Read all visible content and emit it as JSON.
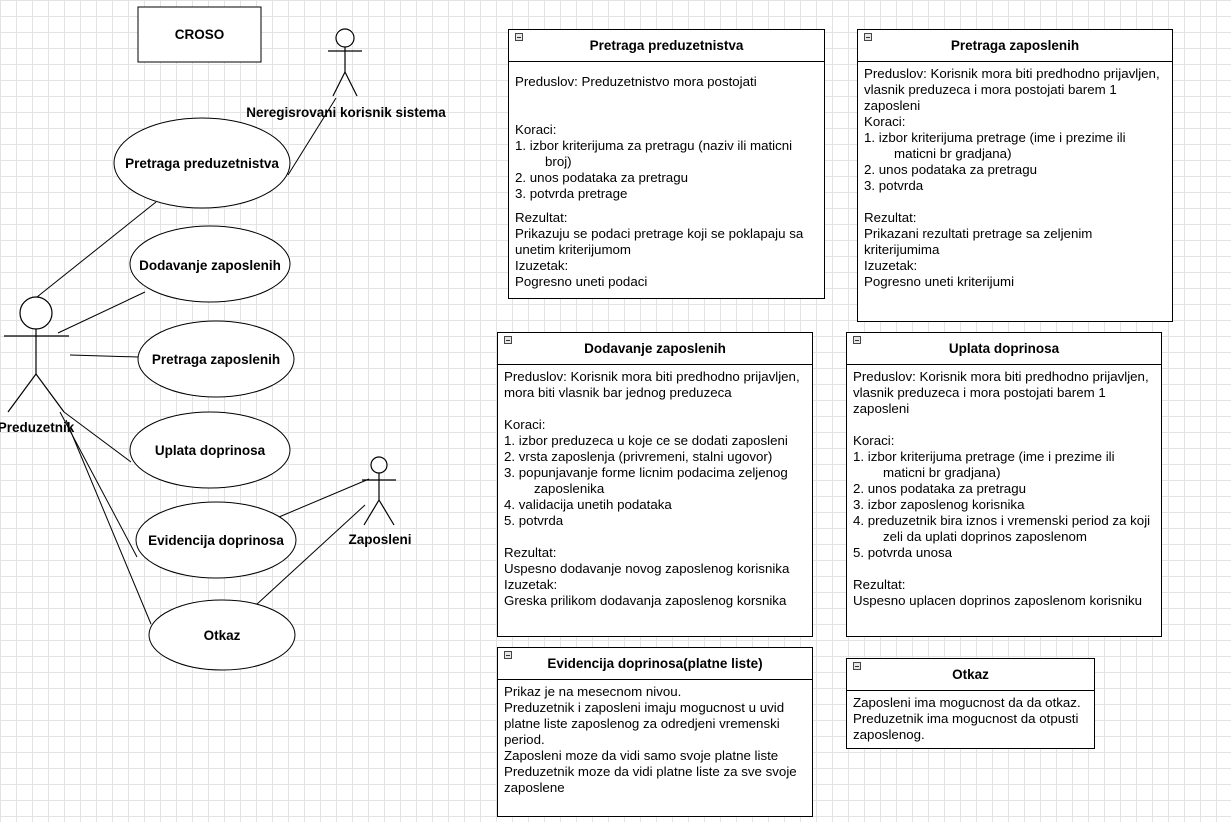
{
  "system_box": {
    "label": "CROSO"
  },
  "actors": {
    "unregistered": "Neregisrovani korisnik sistema",
    "entrepreneur": "Preduzetnik",
    "employee": "Zaposleni"
  },
  "use_cases": [
    "Pretraga preduzetnistva",
    "Dodavanje zaposlenih",
    "Pretraga zaposlenih",
    "Uplata doprinosa",
    "Evidencija doprinosa",
    "Otkaz"
  ],
  "specs": {
    "pretraga_preduzetnistva": {
      "title": "Pretraga preduzetnistva",
      "lines": [
        "",
        "Preduslov: Preduzetnistvo mora postojati",
        "",
        "",
        "Koraci:",
        "1. izbor kriterijuma za pretragu (naziv ili maticni",
        "broj)",
        "2. unos podataka za pretragu",
        "3. potvrda pretrage",
        "",
        "Rezultat:",
        "Prikazuju se podaci pretrage koji se poklapaju sa",
        "unetim kriterijumom",
        "Izuzetak:",
        "Pogresno uneti podaci"
      ]
    },
    "pretraga_zaposlenih": {
      "title": "Pretraga zaposlenih",
      "lines": [
        "Preduslov: Korisnik mora biti predhodno prijavljen,",
        "vlasnik preduzeca i mora postojati barem 1",
        "zaposleni",
        "Koraci:",
        "1. izbor kriterijuma pretrage (ime i prezime ili",
        "maticni br gradjana)",
        "2. unos podataka za pretragu",
        "3. potvrda",
        "",
        "Rezultat:",
        "Prikazani rezultati pretrage sa zeljenim",
        "kriterijumima",
        "Izuzetak:",
        "Pogresno uneti kriterijumi"
      ]
    },
    "dodavanje_zaposlenih": {
      "title": "Dodavanje zaposlenih",
      "lines": [
        "Preduslov: Korisnik mora biti predhodno prijavljen,",
        "mora biti vlasnik bar jednog preduzeca",
        "",
        "Koraci:",
        "1. izbor preduzeca u koje ce se dodati zaposleni",
        "2. vrsta zaposlenja (privremeni, stalni ugovor)",
        "3. popunjavanje forme licnim podacima zeljenog",
        "zaposlenika",
        "4. validacija unetih podataka",
        "5. potvrda",
        "",
        "Rezultat:",
        "Uspesno dodavanje novog zaposlenog korisnika",
        "Izuzetak:",
        "Greska prilikom dodavanja zaposlenog korsnika"
      ]
    },
    "uplata_doprinosa": {
      "title": "Uplata doprinosa",
      "lines": [
        "Preduslov: Korisnik mora biti predhodno prijavljen,",
        "vlasnik preduzeca i mora postojati barem 1",
        "zaposleni",
        "",
        "Koraci:",
        "1. izbor kriterijuma pretrage (ime i prezime ili",
        "maticni br gradjana)",
        "2. unos podataka za pretragu",
        "3. izbor zaposlenog korisnika",
        "4. preduzetnik bira iznos i vremenski period za koji",
        "zeli da uplati doprinos zaposlenom",
        "5. potvrda unosa",
        "",
        "Rezultat:",
        "Uspesno uplacen doprinos zaposlenom korisniku"
      ]
    },
    "evidencija_doprinosa": {
      "title": "Evidencija doprinosa(platne liste)",
      "lines": [
        "Prikaz je na mesecnom nivou.",
        "Preduzetnik i zaposleni imaju mogucnost u uvid",
        "platne liste zaposlenog za odredjeni vremenski",
        "period.",
        "Zaposleni moze da vidi samo svoje platne liste",
        "Preduzetnik moze da vidi platne liste za sve svoje",
        "zaposlene"
      ]
    },
    "otkaz": {
      "title": "Otkaz",
      "lines": [
        "Zaposleni ima mogucnost da da otkaz.",
        "Preduzetnik ima mogucnost da otpusti",
        "zaposlenog."
      ]
    }
  }
}
